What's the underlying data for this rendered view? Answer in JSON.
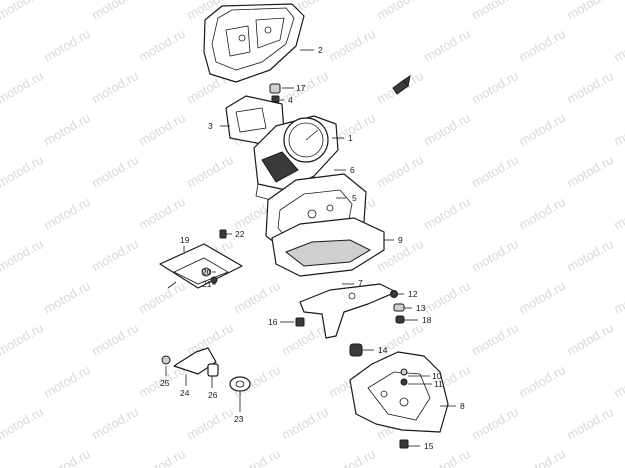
{
  "watermark": {
    "text": "motod.ru"
  },
  "callouts": {
    "c1": "1",
    "c2": "2",
    "c3": "3",
    "c4": "4",
    "c5": "5",
    "c6": "6",
    "c7": "7",
    "c8": "8",
    "c9": "9",
    "c10": "10",
    "c11": "11",
    "c12": "12",
    "c13": "13",
    "c14": "14",
    "c15": "15",
    "c16": "16",
    "c17": "17",
    "c18": "18",
    "c19": "19",
    "c20": "20",
    "c21": "21",
    "c22": "22",
    "c23": "23",
    "c24": "24",
    "c25": "25",
    "c26": "26"
  },
  "front_arrow": {
    "icon": "front-direction-arrow-icon"
  }
}
